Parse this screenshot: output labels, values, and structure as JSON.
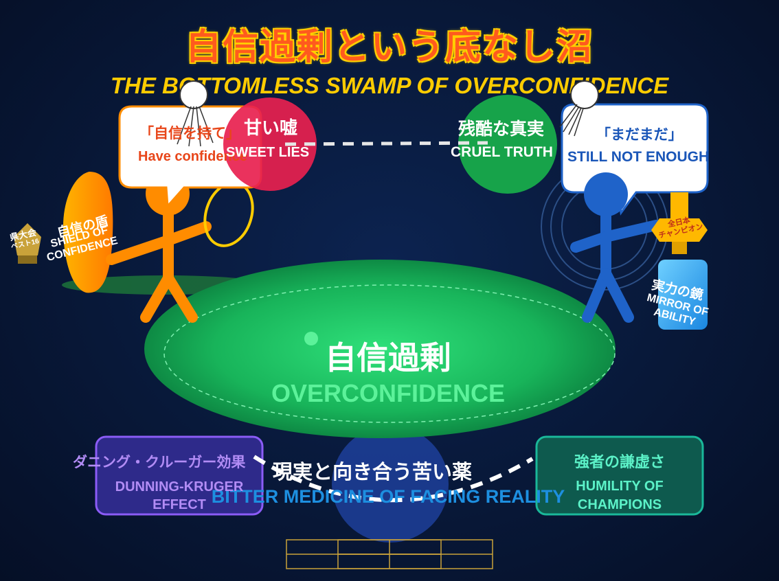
{
  "title": {
    "jp": "自信過剰という底なし沼",
    "en": "THE BOTTOMLESS SWAMP OF OVERCONFIDENCE"
  },
  "left_figure": {
    "speech_jp": "「自信を持て」",
    "speech_en": "Have confidence",
    "shield_jp": "自信の盾",
    "shield_en_1": "SHIELD OF",
    "shield_en_2": "CONFIDENCE",
    "trophy_jp": "県大会",
    "trophy_en": "ベスト16"
  },
  "right_figure": {
    "speech_jp": "「まだまだ」",
    "speech_en": "STILL NOT ENOUGH",
    "medal_jp_1": "全日本",
    "medal_jp_2": "チャンピオン",
    "mirror_jp": "実力の鏡",
    "mirror_en_1": "MIRROR OF",
    "mirror_en_2": "ABILITY"
  },
  "sweet_lies": {
    "jp": "甘い嘘",
    "en": "SWEET LIES"
  },
  "cruel_truth": {
    "jp": "残酷な真実",
    "en": "CRUEL TRUTH"
  },
  "swamp": {
    "jp": "自信過剰",
    "en": "OVERCONFIDENCE"
  },
  "dunning_kruger": {
    "jp": "ダニング・クルーガー効果",
    "en_1": "DUNNING-KRUGER",
    "en_2": "EFFECT"
  },
  "bitter_medicine": {
    "jp": "現実と向き合う苦い薬",
    "en": "BITTER MEDICINE OF FACING REALITY"
  },
  "humility": {
    "jp": "強者の謙虚さ",
    "en_1": "HUMILITY OF",
    "en_2": "CHAMPIONS"
  },
  "colors": {
    "title_jp": "#ff5a1e",
    "title_en": "#ffcc00",
    "left_figure": "#ff8c00",
    "right_figure": "#1f63c9",
    "sweet_lies": "#e8214f",
    "cruel_truth": "#17a34a",
    "swamp": "#1fbf5f",
    "dunning_kruger": "#7b3fe0",
    "humility": "#1ab89a"
  }
}
